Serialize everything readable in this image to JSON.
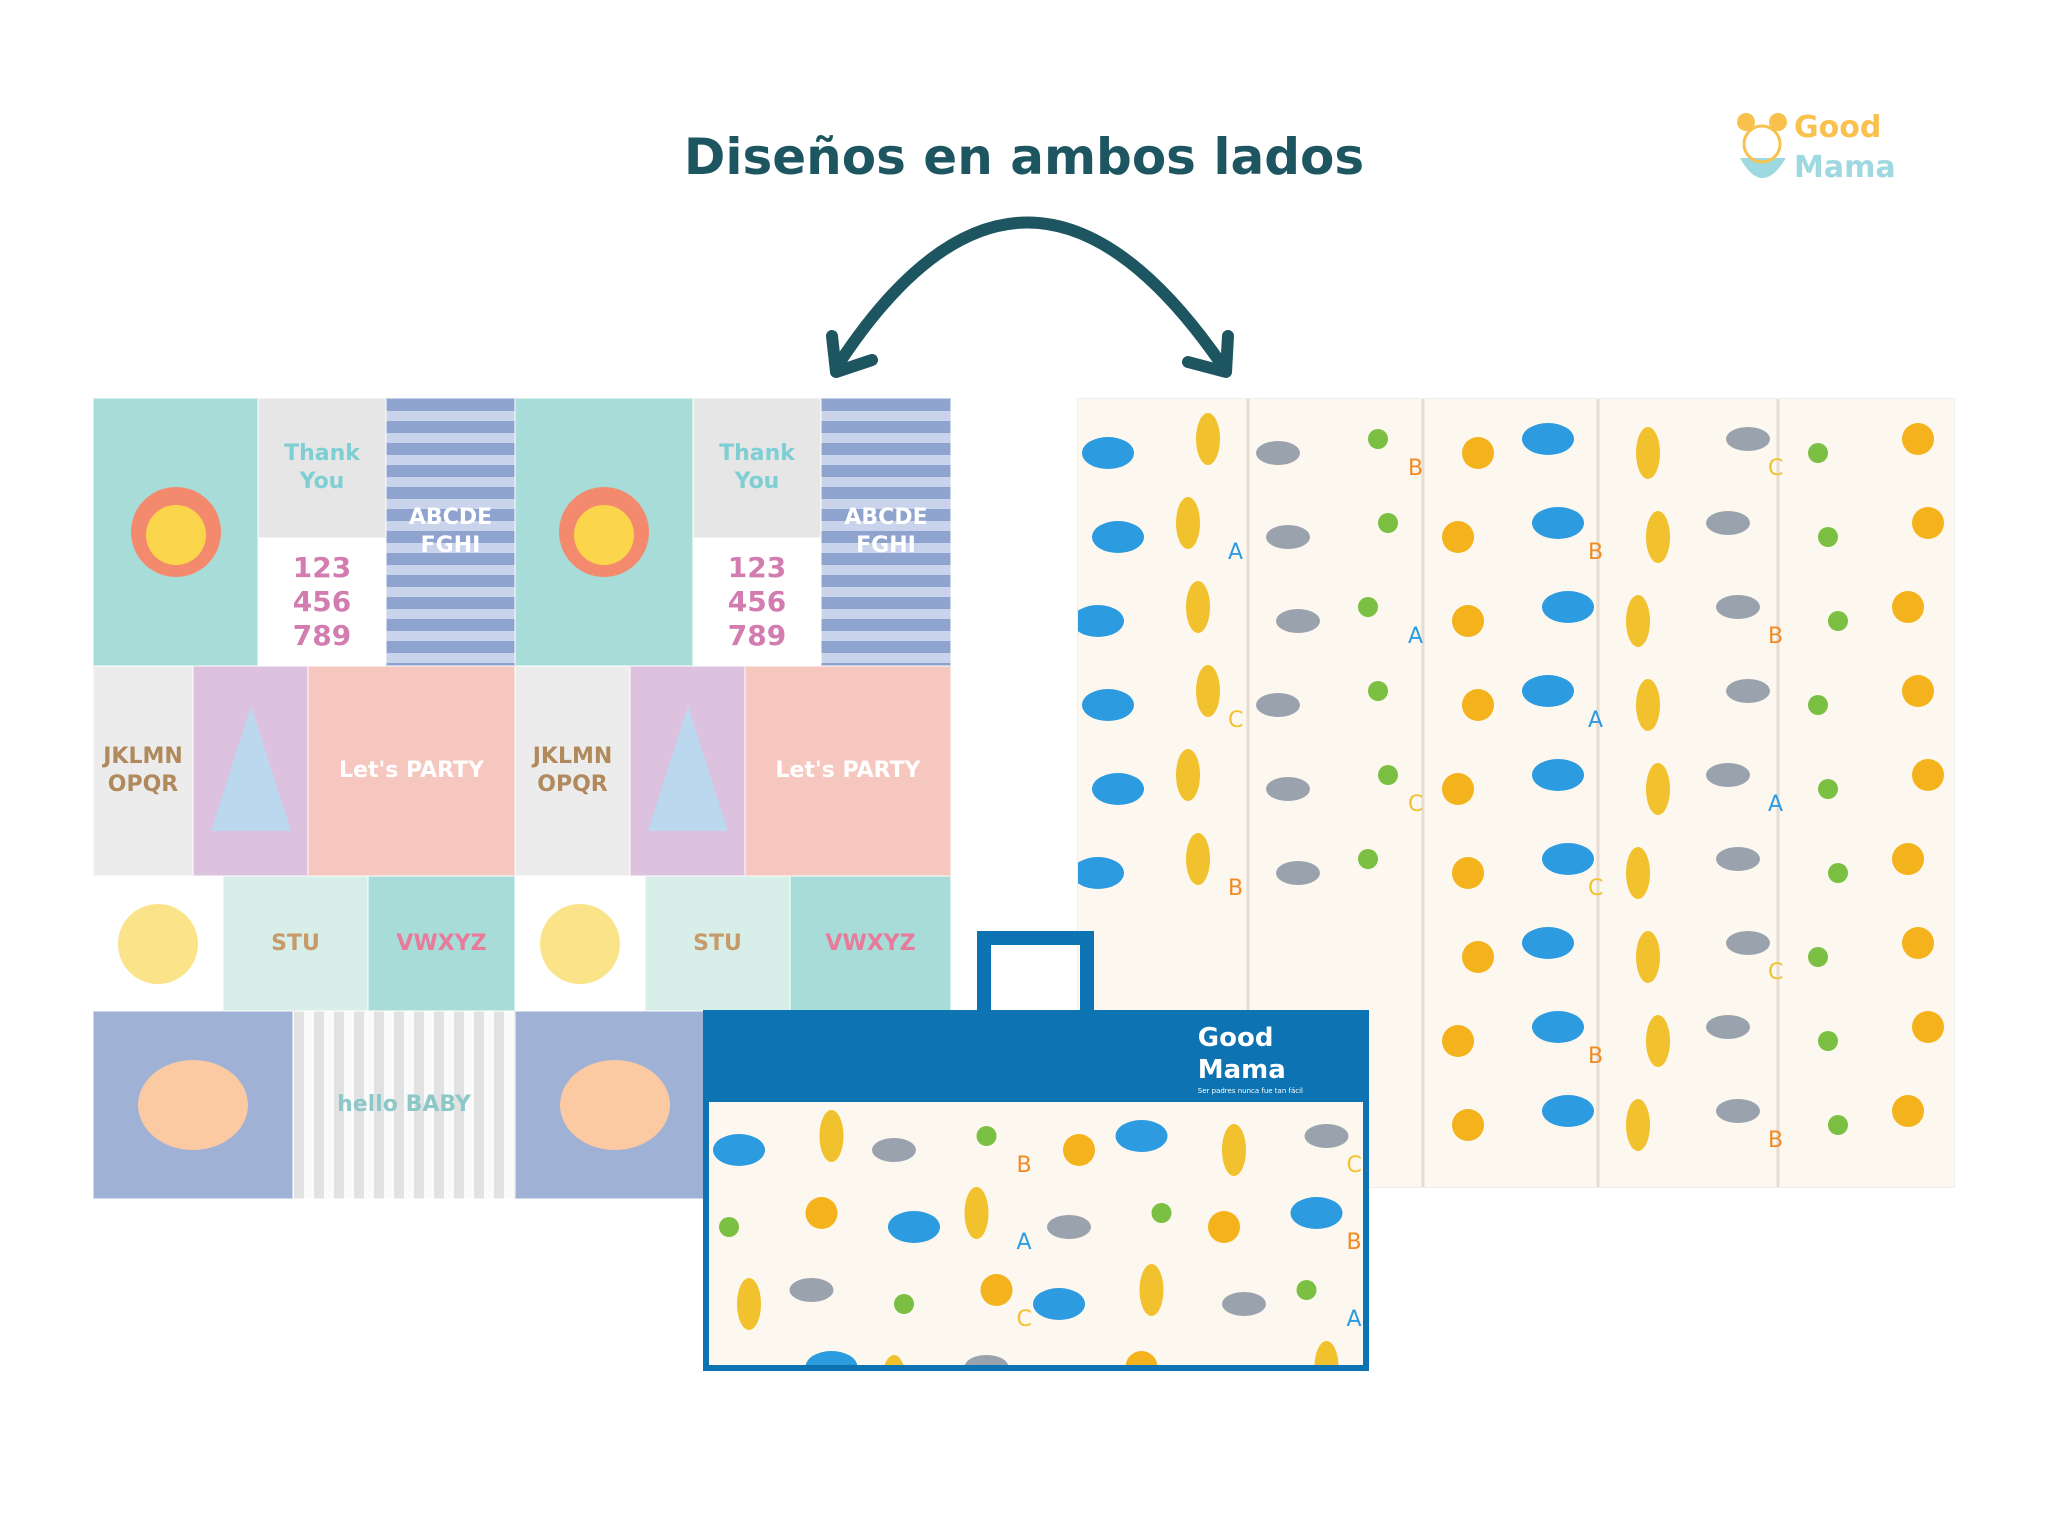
{
  "title": "Diseños en ambos lados",
  "logo": {
    "line1": "Good",
    "line2": "Mama",
    "tagline": "Ser padres nunca fue tan fácil"
  },
  "left_mat": {
    "labels": {
      "numbers": "123 456 789",
      "letters1": "ABCDE FGHI",
      "letters2": "JKLMN OPQR",
      "party": "Let's PARTY",
      "stu": "STU",
      "vwxyz": "VWXYZ",
      "hello": "hello BABY",
      "thanks": "Thank You"
    }
  },
  "right_mat": {
    "letters": [
      "A",
      "B",
      "C"
    ]
  },
  "colors": {
    "title": "#1d5560",
    "bag": "#0d73b2",
    "logo_yellow": "#f9c24e",
    "logo_blue": "#9ed8e0",
    "mat_cream": "#fdf8ef"
  }
}
